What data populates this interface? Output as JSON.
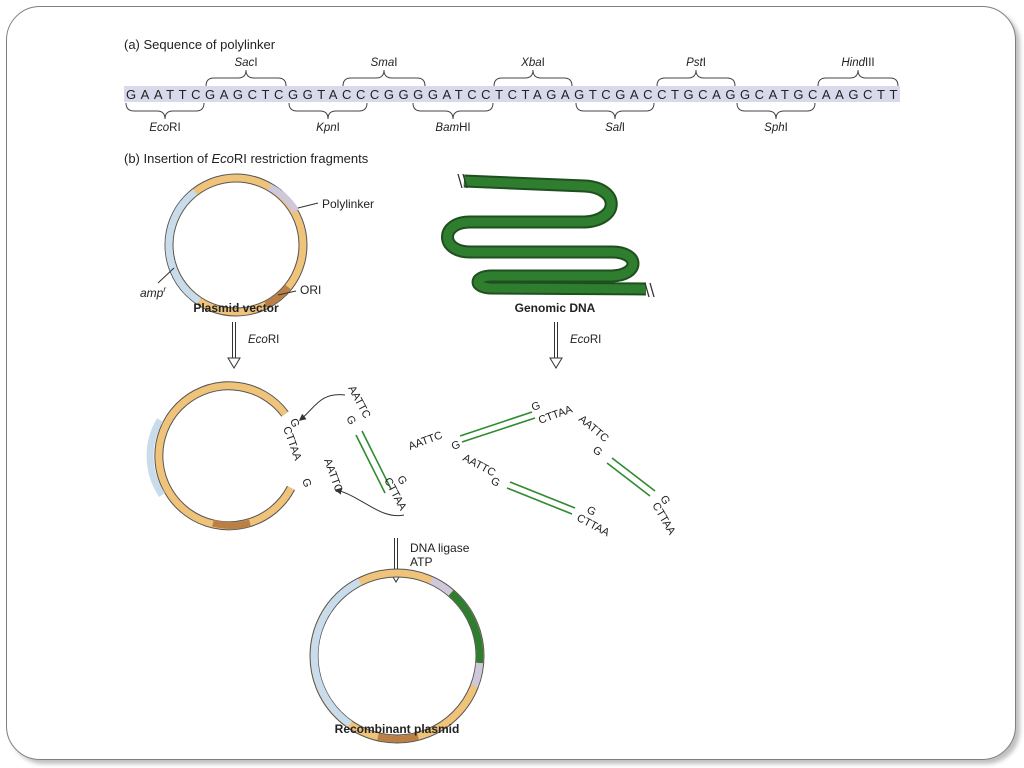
{
  "section_a": {
    "title": "(a) Sequence of polylinker",
    "sequence": "GAATTCGAGCTCGGTACCCGGGGATCCTCTAGAGTCGACCTGCAGGCATGCAAGCTT",
    "sites_top": [
      {
        "italic": "Sac",
        "roman": "I"
      },
      {
        "italic": "Sma",
        "roman": "I"
      },
      {
        "italic": "Xba",
        "roman": "I"
      },
      {
        "italic": "Pst",
        "roman": "I"
      },
      {
        "italic": "Hind",
        "roman": "III"
      }
    ],
    "sites_bottom": [
      {
        "italic": "Eco",
        "roman": "RI"
      },
      {
        "italic": "Kpn",
        "roman": "I"
      },
      {
        "italic": "Bam",
        "roman": "HI"
      },
      {
        "italic": "Sal",
        "roman": "I"
      },
      {
        "italic": "Sph",
        "roman": "I"
      }
    ]
  },
  "section_b": {
    "title_prefix": "(b) Insertion of ",
    "title_italic": "Eco",
    "title_suffix": "RI restriction fragments",
    "polylinker": "Polylinker",
    "amp_italic": "amp",
    "amp_sup": "r",
    "ori": "ORI",
    "plasmid_vector": "Plasmid vector",
    "genomic_dna": "Genomic DNA",
    "enzyme_italic": "Eco",
    "enzyme_roman": "RI",
    "sticky_aattc": "AATTC",
    "sticky_g": "G",
    "sticky_cttaa": "CTTAA",
    "ligase_line1": "DNA ligase",
    "ligase_line2": "ATP",
    "recombinant": "Recombinant plasmid"
  },
  "colors": {
    "vector_blue": "#c8dcec",
    "vector_orange": "#f0c37a",
    "ori_brown": "#b97f45",
    "polylinker_lavender": "#cfc8dc",
    "genomic_green": "#2f7d2f",
    "highlight": "#d9d9ec"
  }
}
